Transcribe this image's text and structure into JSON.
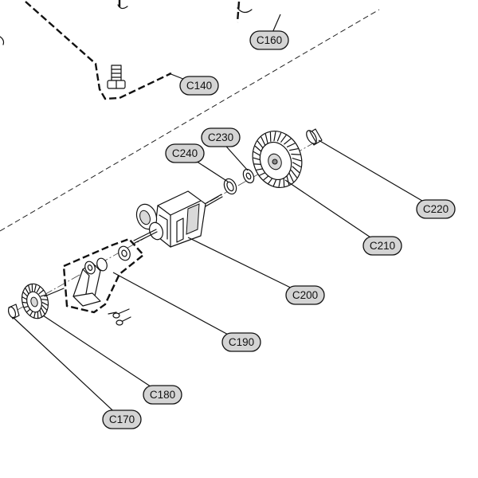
{
  "callouts": [
    {
      "id": "c160",
      "label": "C160"
    },
    {
      "id": "c140",
      "label": "C140"
    },
    {
      "id": "c230",
      "label": "C230"
    },
    {
      "id": "c240",
      "label": "C240"
    },
    {
      "id": "c220",
      "label": "C220"
    },
    {
      "id": "c210",
      "label": "C210"
    },
    {
      "id": "c200",
      "label": "C200"
    },
    {
      "id": "c190",
      "label": "C190"
    },
    {
      "id": "c180",
      "label": "C180"
    },
    {
      "id": "c170",
      "label": "C170"
    }
  ]
}
